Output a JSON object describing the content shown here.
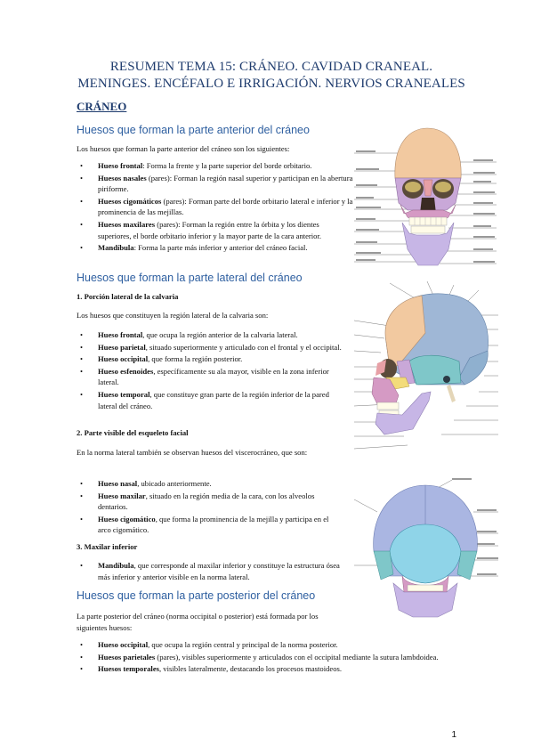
{
  "title_line1": "RESUMEN TEMA 15: CRÁNEO. CAVIDAD CRANEAL.",
  "title_line2": "MENINGES. ENCÉFALO E IRRIGACIÓN. NERVIOS CRANEALES",
  "section": "CRÁNEO",
  "anterior": {
    "heading": "Huesos que forman la parte anterior del cráneo",
    "intro": "Los huesos que forman la parte anterior del cráneo son los siguientes:",
    "items": [
      {
        "term": "Hueso frontal",
        "text": ": Forma la frente y la parte superior del borde orbitario."
      },
      {
        "term": "Huesos nasales",
        "text": " (pares): Forman la región nasal superior y participan en la abertura piriforme."
      },
      {
        "term": "Huesos cigomáticos",
        "text": " (pares): Forman parte del borde orbitario lateral e inferior y la prominencia de las mejillas."
      },
      {
        "term": "Huesos maxilares",
        "text": " (pares): Forman la región entre la órbita y los dientes superiores, el borde orbitario inferior y la mayor parte de la cara anterior."
      },
      {
        "term": "Mandíbula",
        "text": ": Forma la parte más inferior y anterior del cráneo facial."
      }
    ]
  },
  "lateral": {
    "heading": "Huesos que forman la parte lateral del cráneo",
    "sub1_num": "1.",
    "sub1_title": " Porción lateral de la calvaria",
    "sub1_intro": "Los huesos que constituyen la región lateral de la calvaria son:",
    "sub1_items": [
      {
        "term": "Hueso frontal",
        "text": ", que ocupa la región anterior de la calvaria lateral."
      },
      {
        "term": "Hueso parietal",
        "text": ", situado superiormente y articulado con el frontal y el occipital."
      },
      {
        "term": "Hueso occipital",
        "text": ", que forma la región posterior."
      },
      {
        "term": "Hueso esfenoides",
        "text": ", específicamente su ala mayor, visible en la zona inferior lateral."
      },
      {
        "term": "Hueso temporal",
        "text": ", que constituye gran parte de la región inferior de la pared lateral del cráneo."
      }
    ],
    "sub2_num": "2.",
    "sub2_title": " Parte visible del esqueleto facial",
    "sub2_intro": "En la norma lateral también se observan huesos del viscerocráneo, que son:",
    "sub2_items": [
      {
        "term": "Hueso nasal",
        "text": ", ubicado anteriormente."
      },
      {
        "term": "Hueso maxilar",
        "text": ", situado en la región media de la cara, con los alveolos dentarios."
      },
      {
        "term": "Hueso cigomático",
        "text": ", que forma la prominencia de la mejilla y participa en el arco cigomático."
      }
    ],
    "sub3_num": "3.",
    "sub3_title": " Maxilar inferior",
    "sub3_items": [
      {
        "term": "Mandíbula",
        "text": ", que corresponde al maxilar inferior y constituye la estructura ósea más inferior y anterior visible en la norma lateral."
      }
    ]
  },
  "posterior": {
    "heading": "Huesos que forman la parte posterior del cráneo",
    "intro": "La parte posterior del cráneo (norma occipital o posterior) está formada por los siguientes huesos:",
    "items": [
      {
        "term": "Hueso occipital",
        "text": ", que ocupa la región central y principal de la norma posterior."
      },
      {
        "term": "Huesos parietales",
        "text": " (pares), visibles superiormente y articulados con el occipital mediante la sutura lambdoidea."
      },
      {
        "term": "Huesos temporales",
        "text": ", visibles lateralmente, destacando los procesos mastoideos."
      }
    ]
  },
  "page_number": "1",
  "colors": {
    "title": "#1f3c6e",
    "heading": "#2e5fa0",
    "frontal": "#f2c9a0",
    "parietal": "#9fb7d6",
    "occipital": "#8fb0cf",
    "temporal": "#7fc7c9",
    "sphenoid": "#c9a8d8",
    "zygomatic": "#f3dc7a",
    "maxilla": "#d59ac4",
    "mandible": "#c7b6e6",
    "nasal": "#e7a0a6"
  }
}
